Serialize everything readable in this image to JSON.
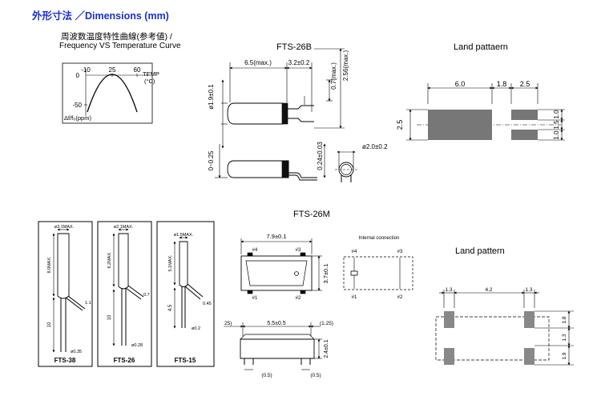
{
  "header": "外形寸法 ／Dimensions (mm)",
  "curve": {
    "title_jp": "周波数温度特性曲線(参考値) /",
    "title_en": "Frequency VS Temperature Curve",
    "x_ticks": [
      "-10",
      "25",
      "60"
    ],
    "y_zero": "0",
    "y_low": "-50",
    "x_label_1": "TEMP",
    "x_label_2": "(°C)",
    "y_label": "Δf/f₀(ppm)"
  },
  "fts26b": {
    "title": "FTS-26B",
    "dim_len": "6.5(max.)",
    "dim_lead": "3.2±0.2",
    "dim_dia": "ø1.9±0.1",
    "dim_07": "0.7(max.)",
    "dim_256": "2.56(max.)",
    "dim_025": "0~0.25",
    "dim_024": "0.24±0.03",
    "dim_ring": "ø2.0±0.2"
  },
  "land_b": {
    "title": "Land pattaern",
    "d60": "6.0",
    "d18": "1.8",
    "d25": "2.5",
    "dv25": "2.5",
    "d10a": "1.0",
    "d15": "1.5",
    "d10b": "1.0"
  },
  "fts26m": {
    "title": "FTS-26M",
    "d79": "7.9±0.1",
    "d37": "3.7±0.1",
    "p4": "#4",
    "p3": "#3",
    "p1": "#1",
    "p2": "#2",
    "internal": "Internal connection",
    "i4": "#4",
    "i3": "#3",
    "i1": "#1",
    "i2": "#2",
    "d25l": "25)",
    "d55": "5.5±0.5",
    "d125": "(1.25)",
    "d24": "2.4±0.1",
    "d05a": "(0.5)",
    "d05b": "(0.5)"
  },
  "land_m": {
    "title": "Land pattern",
    "d13a": "1.3",
    "d42": "4.2",
    "d13b": "1.3",
    "d18": "1.8",
    "d13v": "1.3",
    "d19": "1.9"
  },
  "panels": [
    {
      "name": "FTS-38",
      "dia": "ø3.1MAX.",
      "len": "8.0MAX.",
      "lead": "10",
      "bend": "1.1",
      "wire": "ø0.35"
    },
    {
      "name": "FTS-26",
      "dia": "ø2.1MAX.",
      "len": "6.2MAX.",
      "lead": "10",
      "bend": "0.7",
      "wire": "ø0.28"
    },
    {
      "name": "FTS-15",
      "dia": "ø1.5MAX.",
      "len": "5.1MAX.",
      "lead": "4.5",
      "bend": "0.45",
      "wire": "ø0.2"
    }
  ]
}
